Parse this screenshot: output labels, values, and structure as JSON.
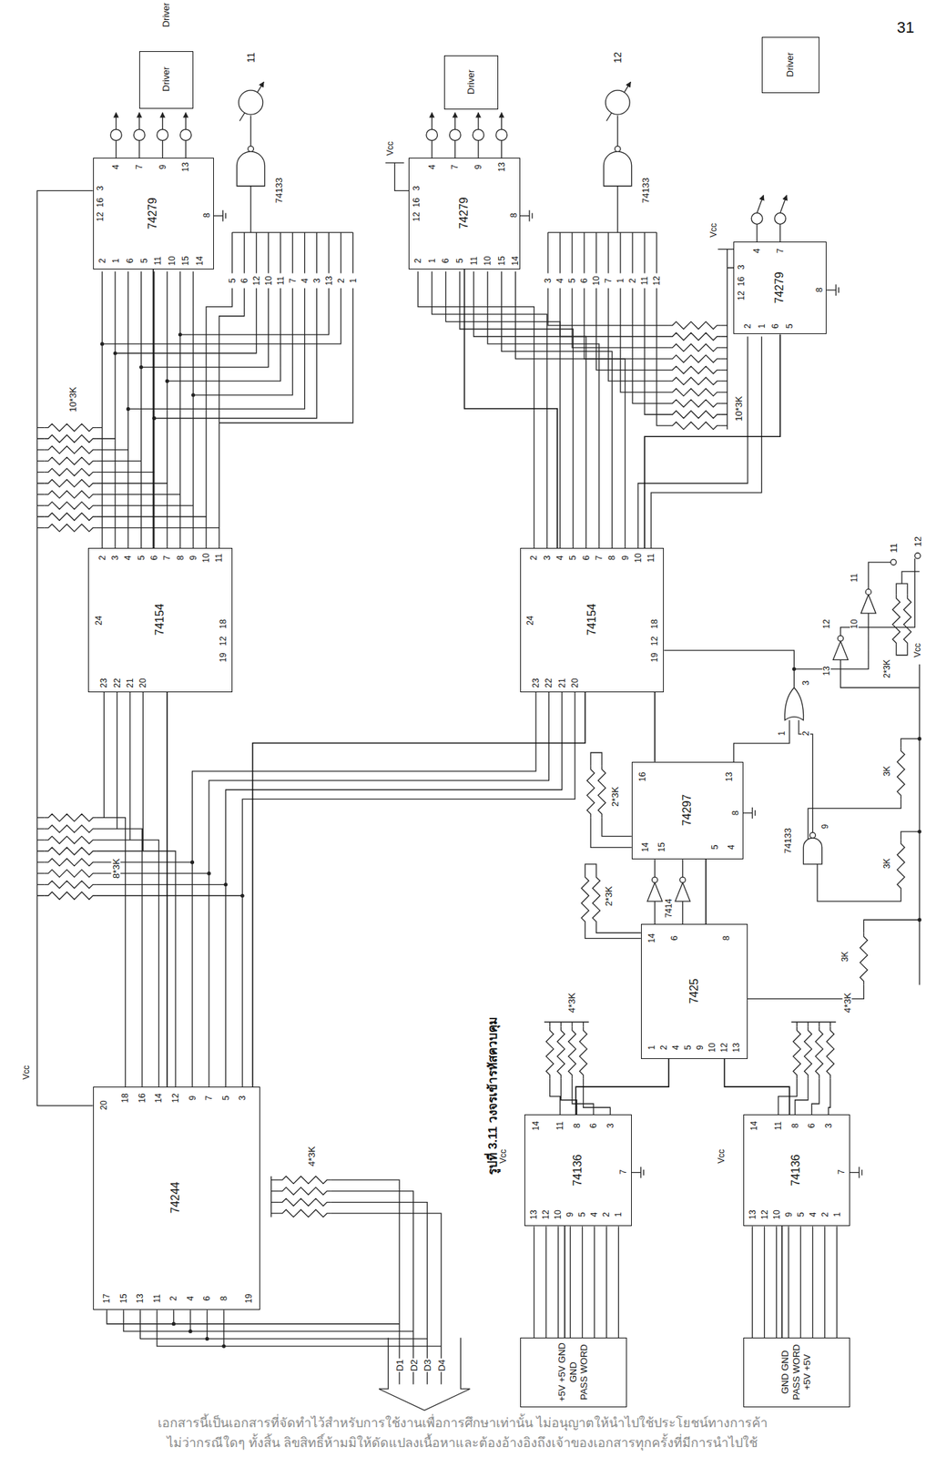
{
  "diagram": {
    "caption": "รูปที่ 3.11 วงจรเข้ารหัสควบคุม",
    "nodes": [
      {
        "text": [
          "Driver"
        ]
      },
      {
        "text": [
          "74279"
        ]
      },
      {
        "text": [
          "Driver"
        ]
      },
      {
        "text": [
          "74279"
        ]
      },
      {
        "text": [
          "Driver"
        ]
      },
      {
        "text": [
          "74279"
        ]
      },
      {
        "text": [
          "74154"
        ]
      },
      {
        "text": [
          "74154"
        ]
      },
      {
        "text": [
          "74244"
        ]
      },
      {
        "text": [
          "74297"
        ]
      },
      {
        "text": [
          "7425"
        ]
      },
      {
        "text": [
          "74136"
        ]
      },
      {
        "text": [
          "74136"
        ]
      },
      {
        "text": [
          "+5V +5V GND GND",
          "PASS WORD"
        ]
      },
      {
        "text": [
          "GND GND",
          "PASS WORD",
          "+5V +5V"
        ]
      }
    ],
    "edges": [
      {
        "from": 8,
        "to": 6,
        "arrow": "none"
      },
      {
        "from": 8,
        "to": 7,
        "arrow": "none"
      },
      {
        "from": 6,
        "to": 1,
        "arrow": "none"
      },
      {
        "from": 7,
        "to": 3,
        "arrow": "none"
      },
      {
        "from": 7,
        "to": 5,
        "arrow": "none"
      },
      {
        "from": 9,
        "to": 7,
        "arrow": "none"
      },
      {
        "from": 10,
        "to": 9,
        "arrow": "none"
      },
      {
        "from": 11,
        "to": 10,
        "arrow": "none"
      },
      {
        "from": 12,
        "to": 10,
        "arrow": "none"
      },
      {
        "from": 13,
        "to": 11,
        "arrow": "none"
      },
      {
        "from": 14,
        "to": 12,
        "arrow": "none"
      }
    ],
    "labels": [
      "31",
      "Driver",
      "11",
      "12",
      "4",
      "7",
      "9",
      "13",
      "2",
      "1",
      "6",
      "5",
      "11",
      "10",
      "15",
      "14",
      "3",
      "16",
      "12",
      "8",
      "74133",
      "5",
      "6",
      "12",
      "10",
      "11",
      "7",
      "4",
      "3",
      "13",
      "2",
      "1",
      "Vcc",
      "4",
      "7",
      "9",
      "13",
      "2",
      "1",
      "6",
      "5",
      "11",
      "10",
      "15",
      "14",
      "3",
      "16",
      "12",
      "8",
      "74133",
      "3",
      "4",
      "5",
      "6",
      "10",
      "7",
      "1",
      "2",
      "11",
      "12",
      "Vcc",
      "4",
      "7",
      "2",
      "1",
      "6",
      "5",
      "3",
      "16",
      "12",
      "8",
      "10*3K",
      "10*3K",
      "2",
      "3",
      "4",
      "5",
      "6",
      "7",
      "8",
      "9",
      "10",
      "11",
      "24",
      "23",
      "22",
      "21",
      "20",
      "18",
      "12",
      "19",
      "2",
      "3",
      "4",
      "5",
      "6",
      "7",
      "8",
      "9",
      "10",
      "11",
      "24",
      "23",
      "22",
      "21",
      "20",
      "18",
      "12",
      "19",
      "8*3K",
      "Vcc",
      "20",
      "18",
      "16",
      "14",
      "12",
      "9",
      "7",
      "5",
      "3",
      "17",
      "15",
      "13",
      "11",
      "2",
      "4",
      "6",
      "8",
      "19",
      "4*3K",
      "D1",
      "D2",
      "D3",
      "D4",
      "16",
      "13",
      "8",
      "14",
      "15",
      "5",
      "4",
      "2*3K",
      "2*3K",
      "7414",
      "14",
      "6",
      "8",
      "1",
      "2",
      "4",
      "5",
      "9",
      "10",
      "12",
      "13",
      "4*3K",
      "4*3K",
      "Vcc",
      "14",
      "11",
      "8",
      "6",
      "3",
      "7",
      "13",
      "12",
      "10",
      "9",
      "5",
      "4",
      "2",
      "1",
      "Vcc",
      "14",
      "11",
      "8",
      "6",
      "3",
      "7",
      "13",
      "12",
      "10",
      "9",
      "5",
      "4",
      "2",
      "1",
      "74133",
      "9",
      "1",
      "2",
      "3",
      "10",
      "11",
      "13",
      "12",
      "11",
      "12",
      "2*3K",
      "Vcc",
      "3K",
      "3K",
      "3K",
      "เอกสารนี้เป็นเอกสารที่จัดทำไว้สำหรับการใช้งานเพื่อการศึกษาเท่านั้น ไม่อนุญาตให้นำไปใช้ประโยชน์ทางการค้า",
      "ไม่ว่ากรณีใดๆ ทั้งสิ้น ลิขสิทธิ์ห้ามมิให้ดัดแปลงเนื้อหาและต้องอ้างอิงถึงเจ้าของเอกสารทุกครั้งที่มีการนำไปใช้"
    ]
  }
}
